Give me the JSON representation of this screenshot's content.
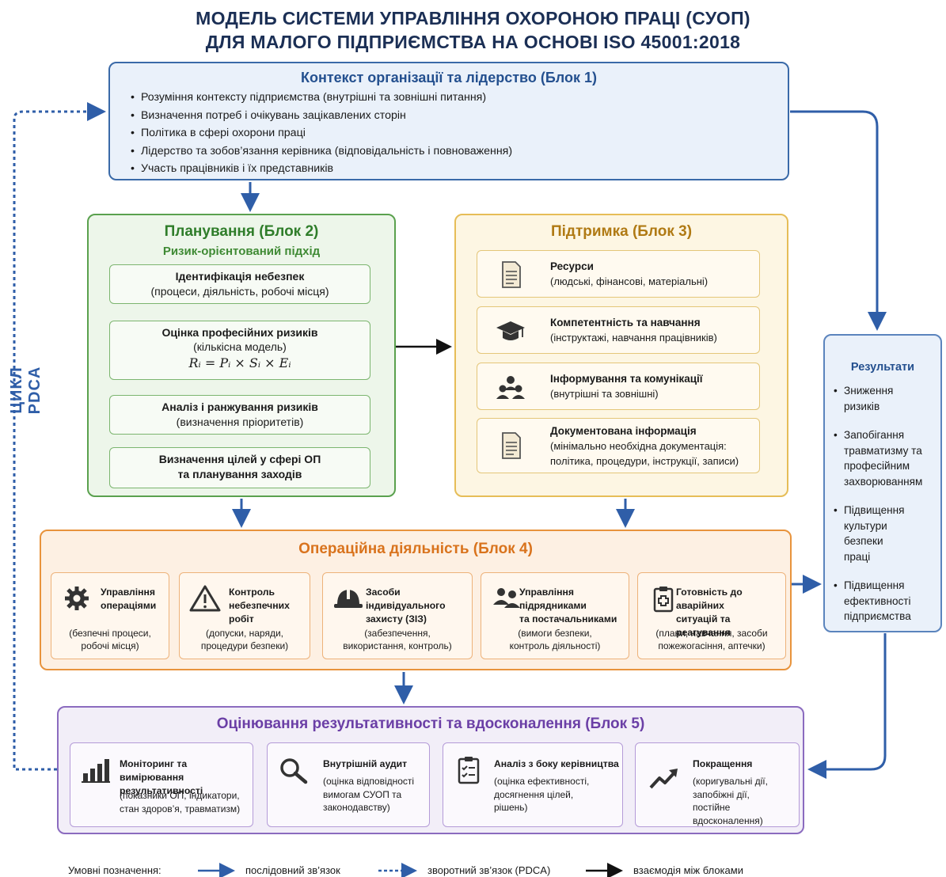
{
  "title": {
    "line1": "МОДЕЛЬ СИСТЕМИ УПРАВЛІННЯ ОХОРОНОЮ ПРАЦІ (СУОП)",
    "line2": "ДЛЯ МАЛОГО ПІДПРИЄМСТВА НА ОСНОВІ ISO 45001:2018"
  },
  "block1": {
    "title": "Контекст організації та лідерство (Блок 1)",
    "items": [
      "Розуміння контексту підприємства (внутрішні та зовнішні питання)",
      "Визначення потреб і очікувань зацікавлених сторін",
      "Політика в сфері охорони праці",
      "Лідерство та зобов’язання керівника (відповідальність і повноваження)",
      "Участь працівників і їх представників"
    ]
  },
  "block2": {
    "title": "Планування (Блок 2)",
    "subtitle": "Ризик-орієнтований підхід",
    "steps": [
      {
        "title": "Ідентифікація небезпек",
        "desc": "(процеси, діяльність, робочі місця)"
      },
      {
        "title": "Оцінка професійних ризиків",
        "desc": "(кількісна модель)",
        "formula": "Rᵢ = Pᵢ × Sᵢ × Eᵢ"
      },
      {
        "title": "Аналіз і ранжування ризиків",
        "desc": "(визначення пріоритетів)"
      },
      {
        "title": "Визначення цілей у сфері ОП",
        "desc": "та планування заходів"
      }
    ]
  },
  "block3": {
    "title": "Підтримка (Блок 3)",
    "items": [
      {
        "title": "Ресурси",
        "desc": "(людські, фінансові, матеріальні)",
        "icon": "document-icon"
      },
      {
        "title": "Компетентність та навчання",
        "desc": "(інструктажі, навчання працівників)",
        "icon": "graduation-cap-icon"
      },
      {
        "title": "Інформування та комунікації",
        "desc": "(внутрішні та зовнішні)",
        "icon": "people-icon"
      },
      {
        "title": "Документована інформація",
        "desc1": "(мінімально необхідна документація:",
        "desc2": "політика, процедури, інструкції, записи)",
        "icon": "document-icon"
      }
    ]
  },
  "block4": {
    "title": "Операційна діяльність (Блок 4)",
    "items": [
      {
        "t1": "Управління",
        "t2": "операціями",
        "d1": "(безпечні процеси,",
        "d2": "робочі місця)",
        "icon": "gear-icon"
      },
      {
        "t1": "Контроль",
        "t2": "небезпечних робіт",
        "d1": "(допуски, наряди,",
        "d2": "процедури безпеки)",
        "icon": "warning-icon"
      },
      {
        "t1": "Засоби індивідуального",
        "t2": "захисту (ЗІЗ)",
        "d1": "(забезпечення,",
        "d2": "використання, контроль)",
        "icon": "helmet-icon"
      },
      {
        "t1": "Управління підрядниками",
        "t2": "та постачальниками",
        "d1": "(вимоги безпеки,",
        "d2": "контроль діяльності)",
        "icon": "people-icon"
      },
      {
        "t1": "Готовність до аварійних",
        "t2": "ситуацій та реагування",
        "d1": "(плани, навчання, засоби",
        "d2": "пожежогасіння, аптечки)",
        "icon": "first-aid-icon"
      }
    ]
  },
  "block5": {
    "title": "Оцінювання результативності та вдосконалення (Блок 5)",
    "items": [
      {
        "t1": "Моніторинг та вимірювання",
        "t2": "результативності",
        "d1": "(показники ОП, індикатори,",
        "d2": "стан здоров’я, травматизм)",
        "d3": "",
        "icon": "bar-chart-icon"
      },
      {
        "t1": "Внутрішній аудит",
        "t2": "",
        "d1": "(оцінка відповідності",
        "d2": "вимогам СУОП та",
        "d3": "законодавству)",
        "icon": "magnifier-icon"
      },
      {
        "t1": "Аналіз з боку керівництва",
        "t2": "",
        "d1": "(оцінка ефективності,",
        "d2": "досягнення цілей,",
        "d3": "рішень)",
        "icon": "checklist-icon"
      },
      {
        "t1": "Покращення",
        "t2": "",
        "d1": "(коригувальні дії,",
        "d2": "запобіжні дії,",
        "d3": "постійне вдосконалення)",
        "icon": "trend-up-icon"
      }
    ]
  },
  "results": {
    "title": "Результати",
    "items": [
      "Зниження ризиків",
      "Запобігання травматизму та професійним захворюванням",
      "Підвищення культури безпеки праці",
      "Підвищення ефективності підприємства"
    ]
  },
  "pdca_label": "ЦИКЛ PDCA",
  "legend": {
    "label": "Умовні позначення:",
    "sequential": "послідовний зв’язок",
    "feedback": "зворотний зв’язок (PDCA)",
    "interaction": "взаємодія між блоками"
  },
  "colors": {
    "blue": "#2f5ea8",
    "green": "#5aa14e",
    "yellow": "#e6bd57",
    "orange": "#e8933c",
    "purple": "#8b6bbf"
  }
}
